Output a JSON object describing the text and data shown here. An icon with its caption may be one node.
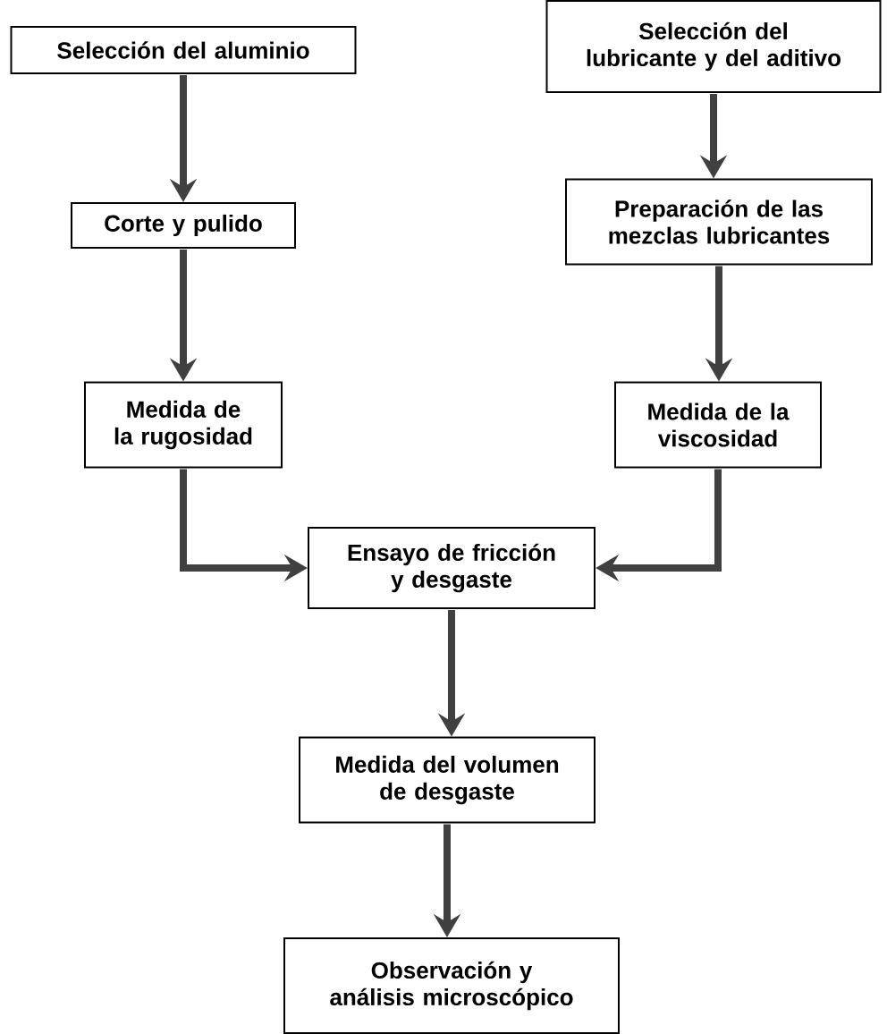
{
  "diagram": {
    "nodes": [
      {
        "text": [
          "Selección del aluminio"
        ]
      },
      {
        "text": [
          "Selección del lubricante y del aditivo"
        ]
      },
      {
        "text": [
          "Corte y pulido"
        ]
      },
      {
        "text": [
          "Preparación de las mezclas lubricantes"
        ]
      },
      {
        "text": [
          "Medida de la rugosidad"
        ]
      },
      {
        "text": [
          "Medida de la viscosidad"
        ]
      },
      {
        "text": [
          "Ensayo de fricción y desgaste"
        ]
      },
      {
        "text": [
          "Medida del volumen de desgaste"
        ]
      },
      {
        "text": [
          "Observación y análisis microscópico"
        ]
      }
    ],
    "edges": [
      {
        "from": 0,
        "to": 2,
        "arrow": "to"
      },
      {
        "from": 1,
        "to": 3,
        "arrow": "to"
      },
      {
        "from": 2,
        "to": 4,
        "arrow": "to"
      },
      {
        "from": 3,
        "to": 5,
        "arrow": "to"
      },
      {
        "from": 4,
        "to": 6,
        "arrow": "to"
      },
      {
        "from": 5,
        "to": 6,
        "arrow": "to"
      },
      {
        "from": 6,
        "to": 7,
        "arrow": "to"
      },
      {
        "from": 7,
        "to": 8,
        "arrow": "to"
      }
    ]
  }
}
